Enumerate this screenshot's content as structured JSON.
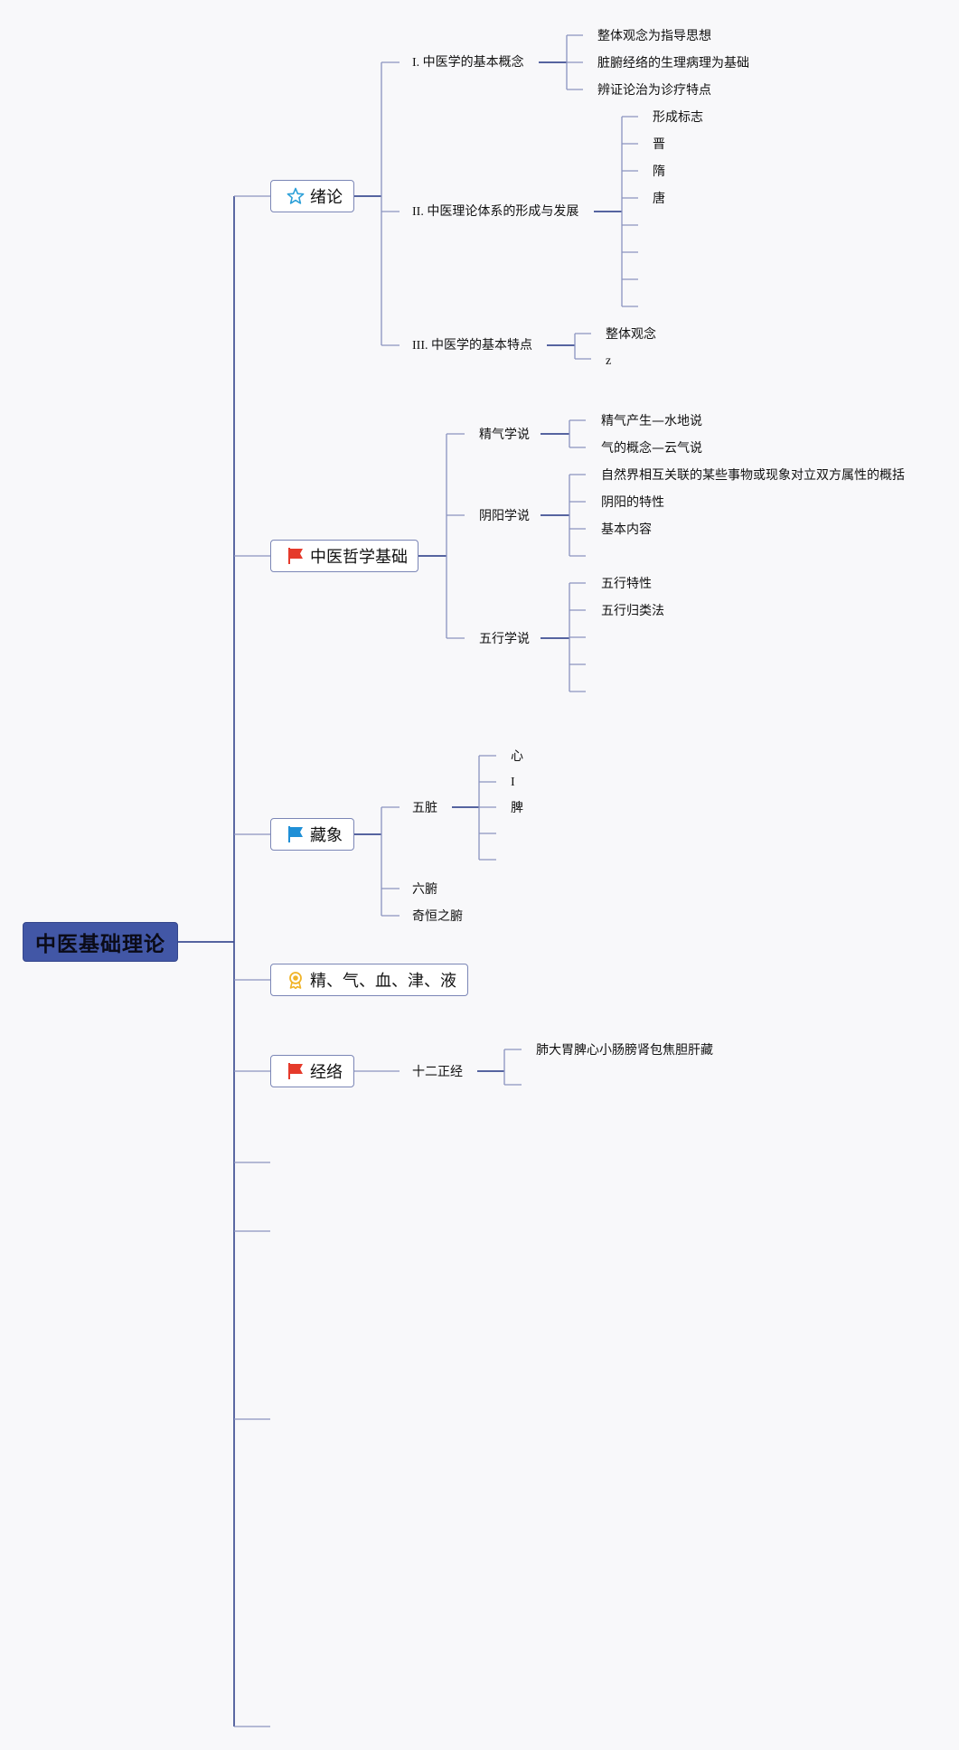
{
  "root": {
    "label": "中医基础理论"
  },
  "branches": {
    "intro": {
      "label": "绪论",
      "icon": "star-icon",
      "topics": [
        {
          "label": "I. 中医学的基本概念",
          "items": [
            "整体观念为指导思想",
            "脏腑经络的生理病理为基础",
            "辨证论治为诊疗特点"
          ]
        },
        {
          "label": "II. 中医理论体系的形成与发展",
          "items": [
            "形成标志",
            "晋",
            "隋",
            "唐",
            "",
            "",
            "",
            ""
          ]
        },
        {
          "label": "III. 中医学的基本特点",
          "items": [
            "整体观念",
            "z"
          ]
        }
      ]
    },
    "philosophy": {
      "label": "中医哲学基础",
      "icon": "red-flag-icon",
      "topics": [
        {
          "label": "精气学说",
          "items": [
            "精气产生—水地说",
            "气的概念—云气说"
          ]
        },
        {
          "label": "阴阳学说",
          "items": [
            "自然界相互关联的某些事物或现象对立双方属性的概括",
            "阴阳的特性",
            "基本内容",
            ""
          ]
        },
        {
          "label": "五行学说",
          "items": [
            "五行特性",
            "五行归类法",
            "",
            "",
            ""
          ]
        }
      ]
    },
    "zangxiang": {
      "label": "藏象",
      "icon": "blue-flag-icon",
      "topics": [
        {
          "label": "五脏",
          "items": [
            "心",
            "I",
            "脾",
            "",
            ""
          ]
        },
        {
          "label": "六腑",
          "items": []
        },
        {
          "label": "奇恒之腑",
          "items": []
        }
      ]
    },
    "essence": {
      "label": "精、气、血、津、液",
      "icon": "medal-icon"
    },
    "meridian": {
      "label": "经络",
      "icon": "red-flag-icon",
      "topics": [
        {
          "label": "十二正经",
          "items": [
            "肺大胃脾心小肠膀肾包焦胆肝藏",
            ""
          ]
        }
      ]
    }
  },
  "colors": {
    "root_fill": "#4257a6",
    "line": "#8a93bf",
    "line_strong": "#3f4f93",
    "box_border": "#7b86b6"
  }
}
